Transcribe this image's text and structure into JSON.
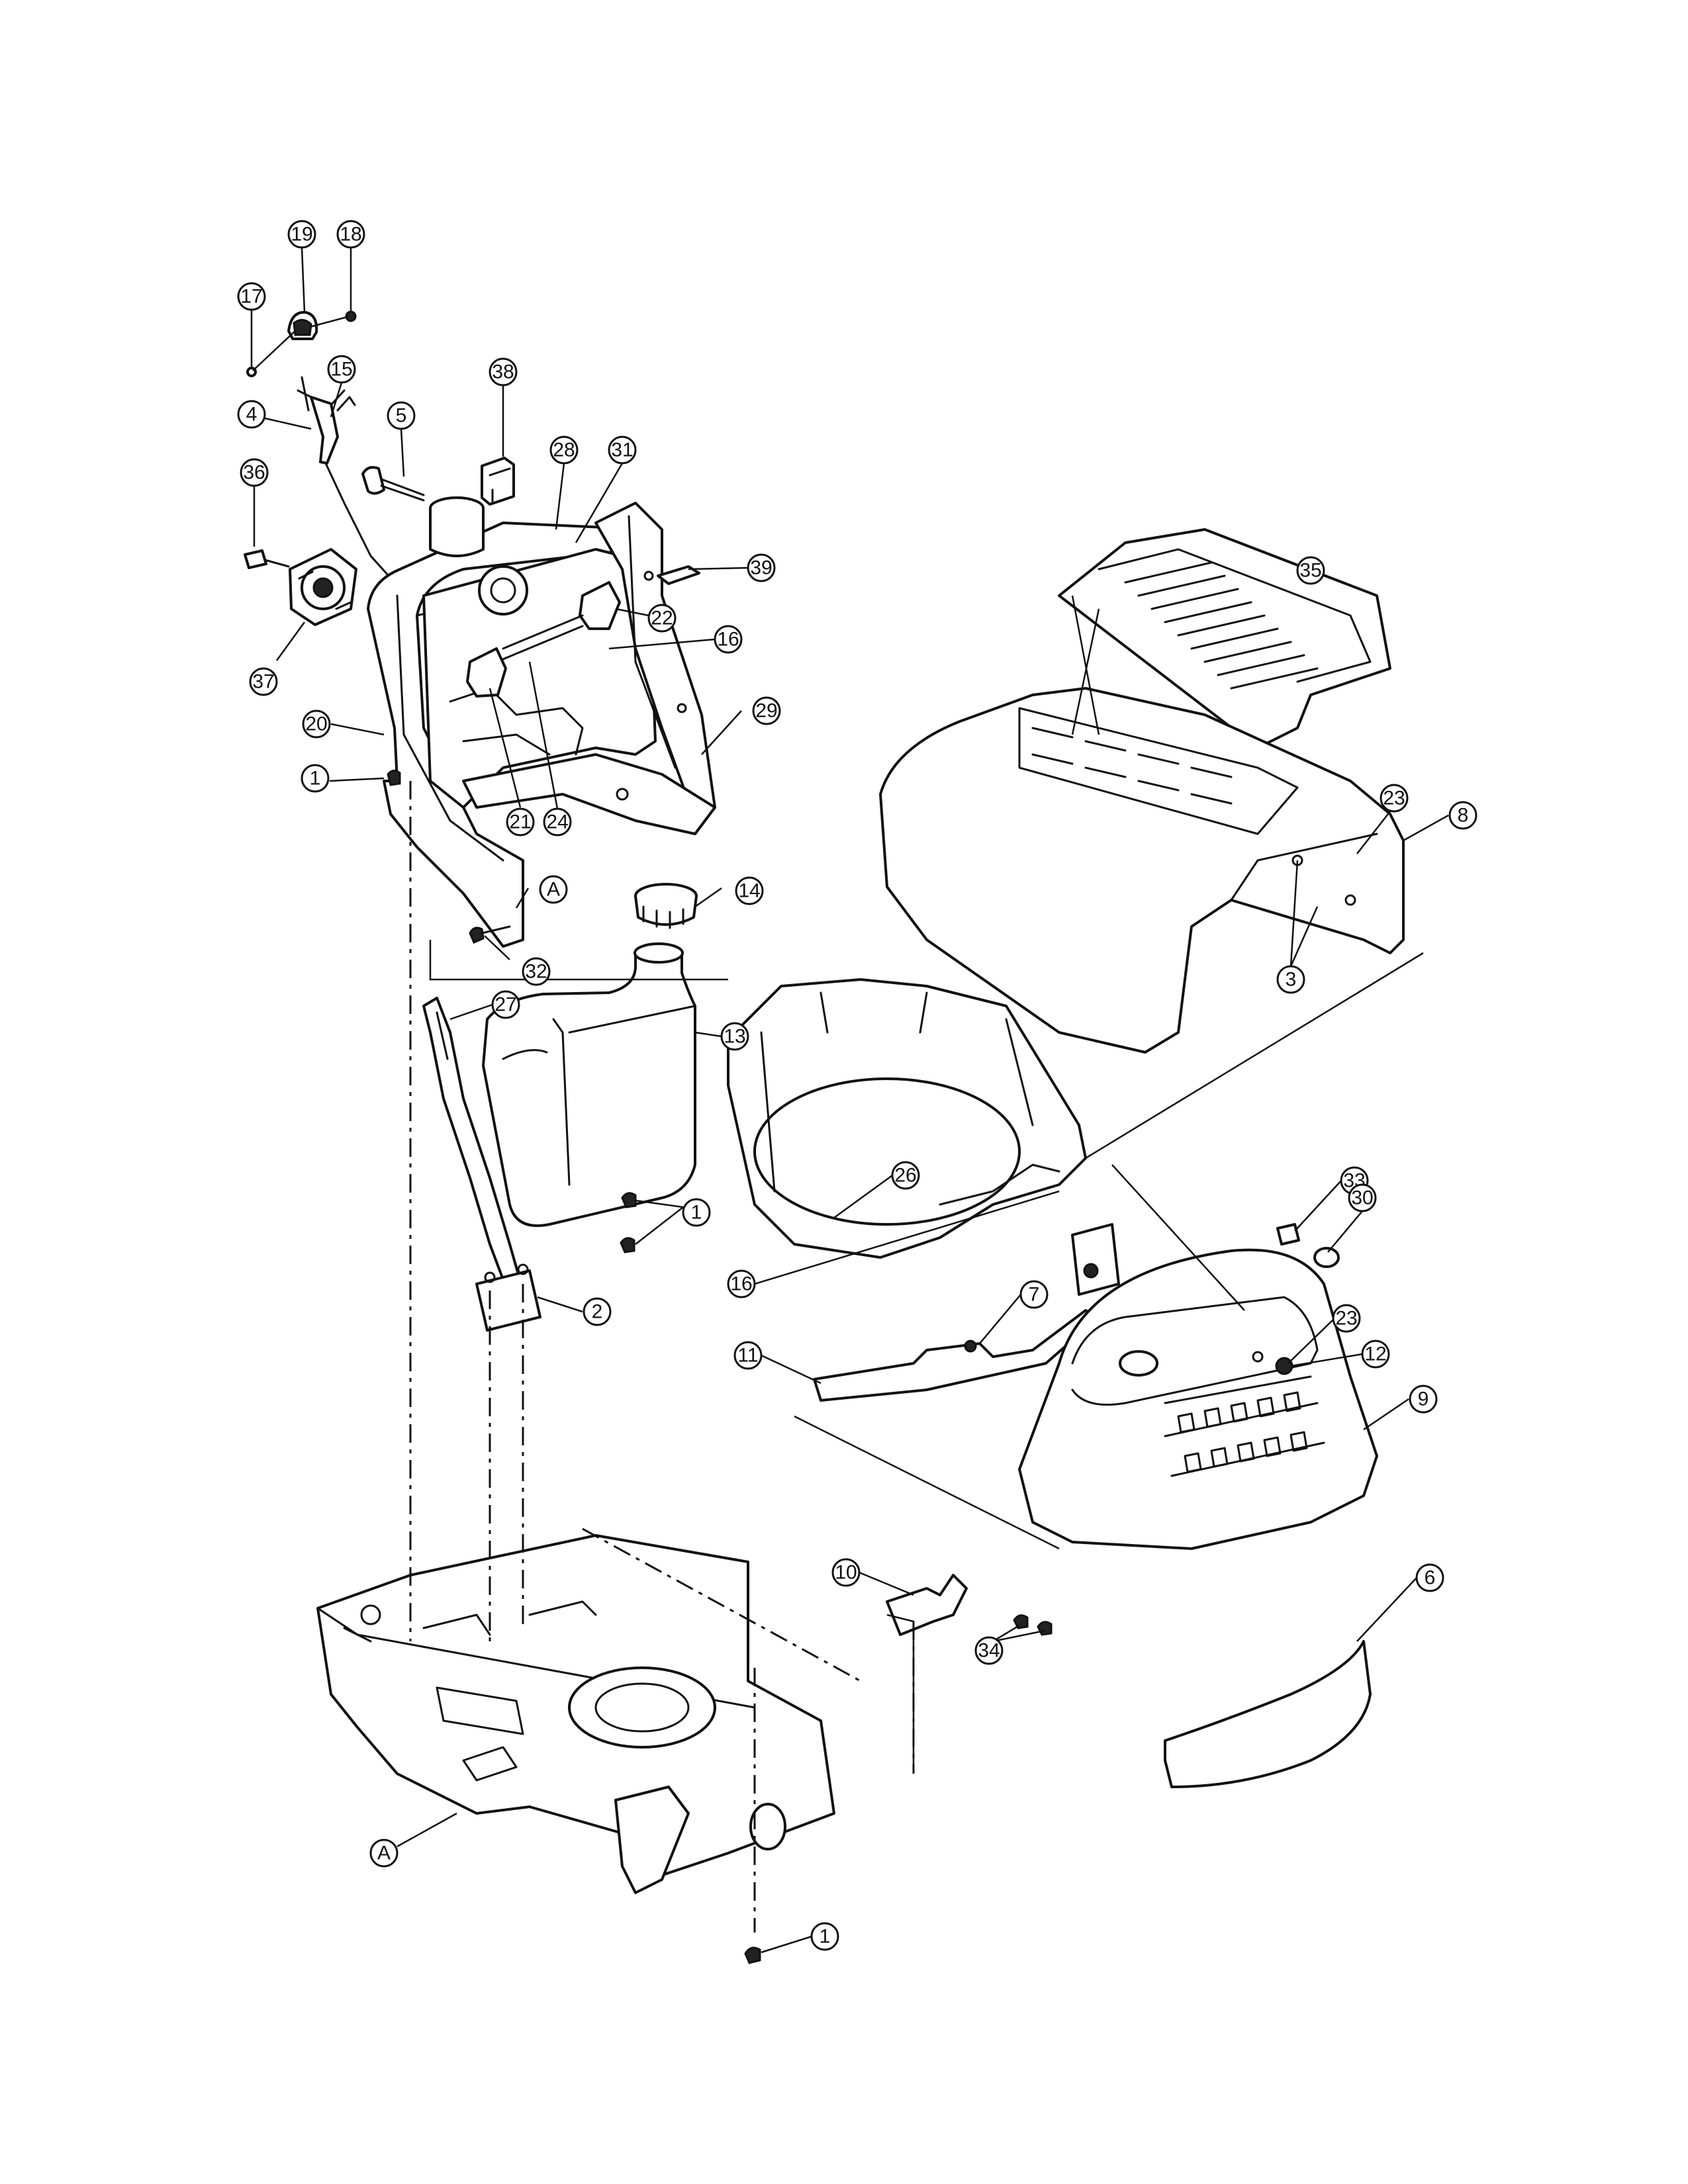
{
  "callouts": [
    {
      "label": "19"
    },
    {
      "label": "18"
    },
    {
      "label": "17"
    },
    {
      "label": "15"
    },
    {
      "label": "4"
    },
    {
      "label": "5"
    },
    {
      "label": "38"
    },
    {
      "label": "28"
    },
    {
      "label": "31"
    },
    {
      "label": "36"
    },
    {
      "label": "39"
    },
    {
      "label": "35"
    },
    {
      "label": "22"
    },
    {
      "label": "16"
    },
    {
      "label": "37"
    },
    {
      "label": "20"
    },
    {
      "label": "29"
    },
    {
      "label": "1"
    },
    {
      "label": "21"
    },
    {
      "label": "24"
    },
    {
      "label": "23"
    },
    {
      "label": "8"
    },
    {
      "label": "A"
    },
    {
      "label": "14"
    },
    {
      "label": "32"
    },
    {
      "label": "3"
    },
    {
      "label": "27"
    },
    {
      "label": "13"
    },
    {
      "label": "26"
    },
    {
      "label": "1"
    },
    {
      "label": "33"
    },
    {
      "label": "30"
    },
    {
      "label": "2"
    },
    {
      "label": "16"
    },
    {
      "label": "7"
    },
    {
      "label": "23"
    },
    {
      "label": "11"
    },
    {
      "label": "12"
    },
    {
      "label": "9"
    },
    {
      "label": "10"
    },
    {
      "label": "6"
    },
    {
      "label": "34"
    },
    {
      "label": "A"
    },
    {
      "label": "1"
    }
  ]
}
